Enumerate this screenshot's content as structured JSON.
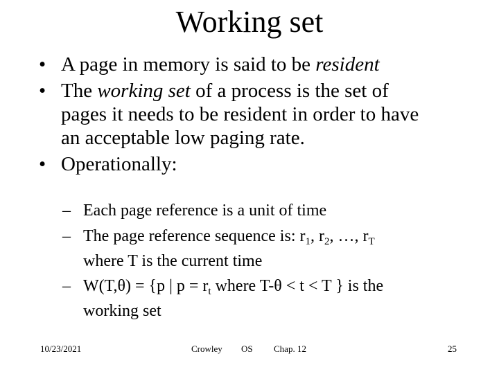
{
  "slide": {
    "title": "Working set",
    "bullets": {
      "b1_text": "A page in memory is said to be ",
      "b1_emph": "resident",
      "b2_a": "The ",
      "b2_emph": "working set",
      "b2_b": " of a process is the set of",
      "b2_line2": "pages it needs to be resident in order to have",
      "b2_line3": "an acceptable low paging rate.",
      "b3_text": "Operationally:"
    },
    "subbullets": {
      "s1": "Each page reference is a unit of time",
      "s2_a": "The page reference sequence is: r",
      "s2_sub1": "1",
      "s2_b": ", r",
      "s2_sub2": "2",
      "s2_c": ", …, r",
      "s2_sub3": "T",
      "s2_line2": "where T is the current time",
      "s3_a": "W(T,θ) = {p | p = r",
      "s3_sub": "t",
      "s3_b": " where T-θ < t < T } is the",
      "s3_line2": "working set"
    },
    "footer": {
      "date": "10/23/2021",
      "author": "Crowley",
      "course": "OS",
      "chapter": "Chap. 12",
      "page": "25"
    }
  }
}
